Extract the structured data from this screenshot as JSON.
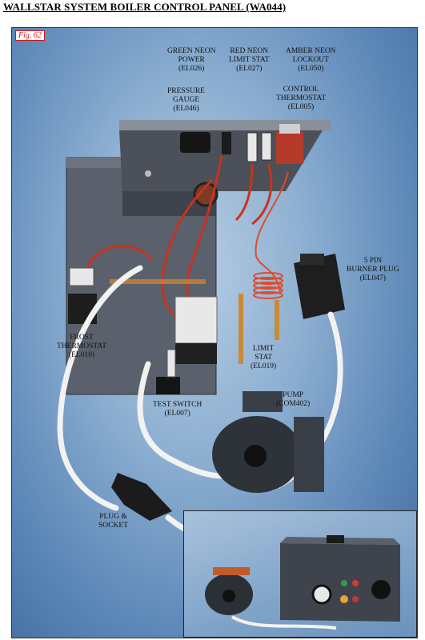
{
  "title": "WALLSTAR SYSTEM BOILER CONTROL PANEL (WA044)",
  "figure_label": "Fig. 62",
  "labels": {
    "green_neon": [
      "GREEN NEON",
      "POWER",
      "(EL026)"
    ],
    "red_neon": [
      "RED NEON",
      "LIMIT STAT",
      "(EL027)"
    ],
    "amber_neon": [
      "AMBER NEON",
      "LOCKOUT",
      "(EL050)"
    ],
    "pressure_gauge": [
      "PRESSURE",
      "GAUGE",
      "(EL046)"
    ],
    "control_thermostat": [
      "CONTROL",
      "THERMOSTAT",
      "(EL005)"
    ],
    "burner_plug": [
      "5 PIN",
      "BURNER PLUG",
      "(EL047)"
    ],
    "frost_thermostat": [
      "FROST",
      "THERMOSTAT",
      "(EL010)"
    ],
    "limit_stat": [
      "LIMIT",
      "STAT",
      "(EL019)"
    ],
    "pump": [
      "PUMP",
      "(COM402)"
    ],
    "test_switch": [
      "TEST SWITCH",
      "(EL007)"
    ],
    "plug_socket": [
      "PLUG &",
      "SOCKET"
    ]
  },
  "colors": {
    "photo_bg": "#7aa0c8",
    "panel": "#5e6470",
    "panel_dark": "#3e434c",
    "wire_red": "#c8321e",
    "wire_white": "#f2f2f0",
    "pump_body": "#3a3f47",
    "label_red": "#d01818"
  }
}
